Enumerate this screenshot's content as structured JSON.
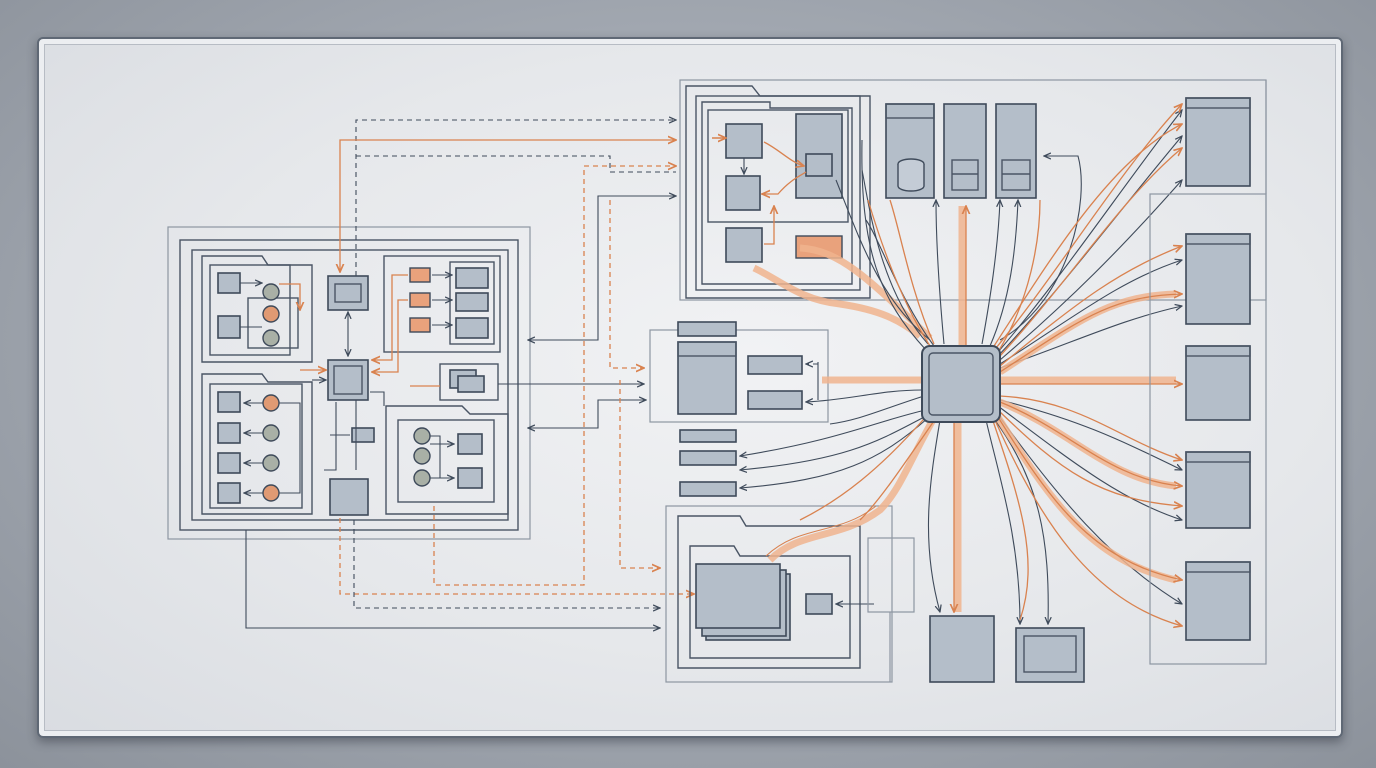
{
  "diagram": {
    "colors": {
      "accent": "#d9824f",
      "accent_band": "#f0b48e",
      "node_fill": "#b4bec9",
      "stroke": "#3e4a5a",
      "board": "#e6e8eb"
    },
    "regions": [
      "left-module-cluster",
      "top-center-module",
      "middle-center-module",
      "bottom-center-module",
      "central-hub",
      "database-columns",
      "right-output-stack",
      "bottom-output-blocks"
    ],
    "icons": [
      "database-icon",
      "folder-icon",
      "hub-chip-icon"
    ]
  }
}
